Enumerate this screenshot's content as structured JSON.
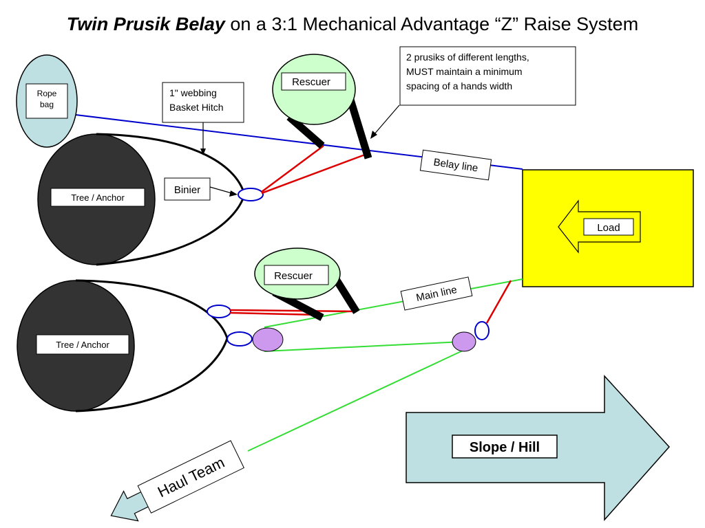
{
  "title": {
    "emphasis": "Twin Prusik Belay",
    "rest": " on a 3:1 Mechanical Advantage “Z” Raise System"
  },
  "labels": {
    "rope_bag_line1": "Rope",
    "rope_bag_line2": "bag",
    "webbing_line1": "1\" webbing",
    "webbing_line2": "Basket Hitch",
    "prusik_note_line1": "2 prusiks of different lengths,",
    "prusik_note_line2": "MUST maintain a minimum",
    "prusik_note_line3": "spacing of a hands width",
    "rescuer_top": "Rescuer",
    "rescuer_bottom": "Rescuer",
    "tree_anchor_top": "Tree / Anchor",
    "tree_anchor_bottom": "Tree / Anchor",
    "binier": "Binier",
    "belay_line": "Belay line",
    "main_line": "Main line",
    "load": "Load",
    "haul_team": "Haul Team",
    "slope": "Slope / Hill"
  },
  "colors": {
    "belay_line": "#0000cc",
    "main_line": "#33dd33",
    "prusik": "#dd0000",
    "carabiner": "#0000cc",
    "pulley": "#cc99ee",
    "load_box": "#ffff00",
    "anchor": "#333333",
    "rescuer": "#ccffcc",
    "rope_bag": "#bfe0e3",
    "arrow": "#bfe0e3"
  }
}
